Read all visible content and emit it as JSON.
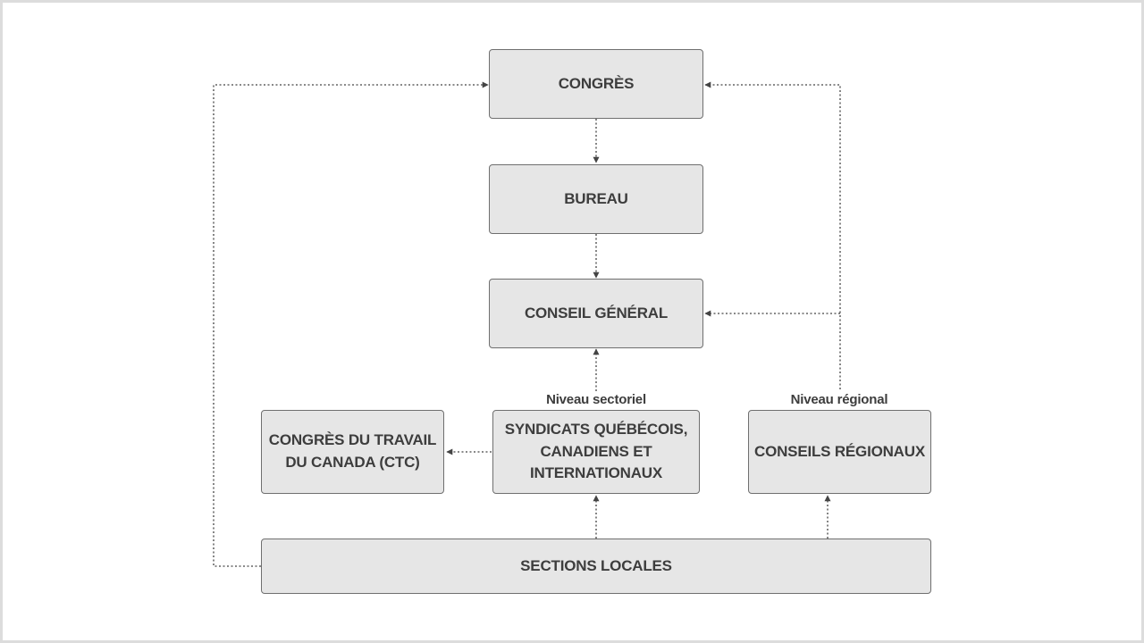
{
  "nodes": {
    "congres": "CONGRÈS",
    "bureau": "BUREAU",
    "conseil_general": "CONSEIL GÉNÉRAL",
    "ctc": [
      "CONGRÈS DU TRAVAIL",
      "DU CANADA (CTC)"
    ],
    "syndicats": [
      "SYNDICATS QUÉBÉCOIS,",
      "CANADIENS ET",
      "INTERNATIONAUX"
    ],
    "conseils_regionaux": "CONSEILS RÉGIONAUX",
    "sections_locales": "SECTIONS LOCALES"
  },
  "labels": {
    "niveau_sectoriel": "Niveau sectoriel",
    "niveau_regional": "Niveau régional"
  },
  "colors": {
    "box_fill": "#e6e6e6",
    "box_border": "#6f6f6f",
    "text": "#3d3d3d",
    "connector": "#444444",
    "frame_border": "#dcdcdc"
  }
}
